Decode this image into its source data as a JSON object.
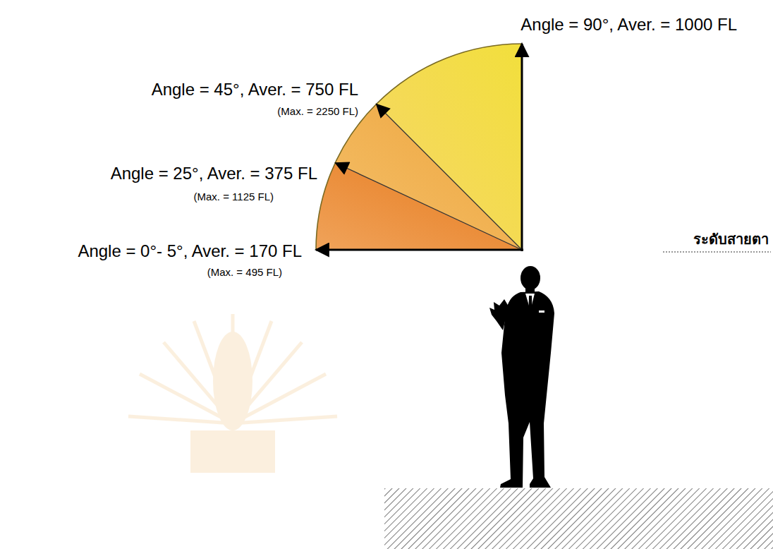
{
  "diagram": {
    "labels": [
      "Angle = 90°, Aver. = 1000 FL",
      "Angle = 45°, Aver. = 750 FL",
      "(Max. = 2250 FL)",
      "Angle = 25°, Aver. = 375 FL",
      "(Max. = 1125 FL)",
      "Angle = 0°- 5°, Aver. = 170 FL",
      "(Max. = 495 FL)",
      "ระดับสายตา"
    ]
  }
}
